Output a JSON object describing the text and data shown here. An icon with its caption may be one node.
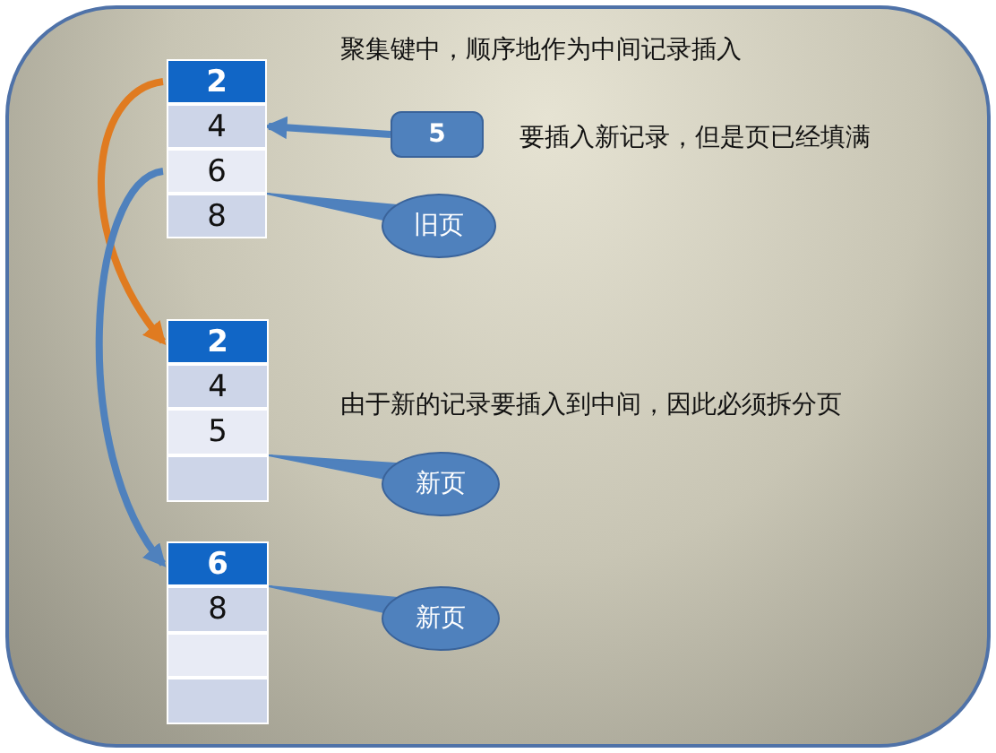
{
  "diagram": {
    "nodes": [
      {
        "text": [
          "2"
        ]
      },
      {
        "text": [
          "4"
        ]
      },
      {
        "text": [
          "6"
        ]
      },
      {
        "text": [
          "8"
        ]
      },
      {
        "text": [
          "5"
        ]
      },
      {
        "text": [
          "旧页"
        ]
      },
      {
        "text": [
          "2"
        ]
      },
      {
        "text": [
          "4"
        ]
      },
      {
        "text": [
          "5"
        ]
      },
      {
        "text": [],
        "shape": "box"
      },
      {
        "text": [
          "新页"
        ]
      },
      {
        "text": [
          "6"
        ]
      },
      {
        "text": [
          "8"
        ]
      },
      {
        "text": [],
        "shape": "box"
      },
      {
        "text": [],
        "shape": "box"
      },
      {
        "text": [
          "新页"
        ]
      }
    ],
    "edges": [
      {
        "from": 4,
        "to": 1,
        "arrow": "to"
      },
      {
        "from": 5,
        "to": 2,
        "arrow": "none"
      },
      {
        "from": 10,
        "to": 8,
        "arrow": "none"
      },
      {
        "from": 15,
        "to": 11,
        "arrow": "none"
      },
      {
        "from": 0,
        "to": 6,
        "arrow": "to",
        "color": "#e07b20"
      },
      {
        "from": 2,
        "to": 11,
        "arrow": "to"
      }
    ],
    "labels": [
      "聚集键中，顺序地作为中间记录插入",
      "要插入新记录，但是页已经填满",
      "由于新的记录要插入到中间，因此必须拆分页"
    ]
  }
}
